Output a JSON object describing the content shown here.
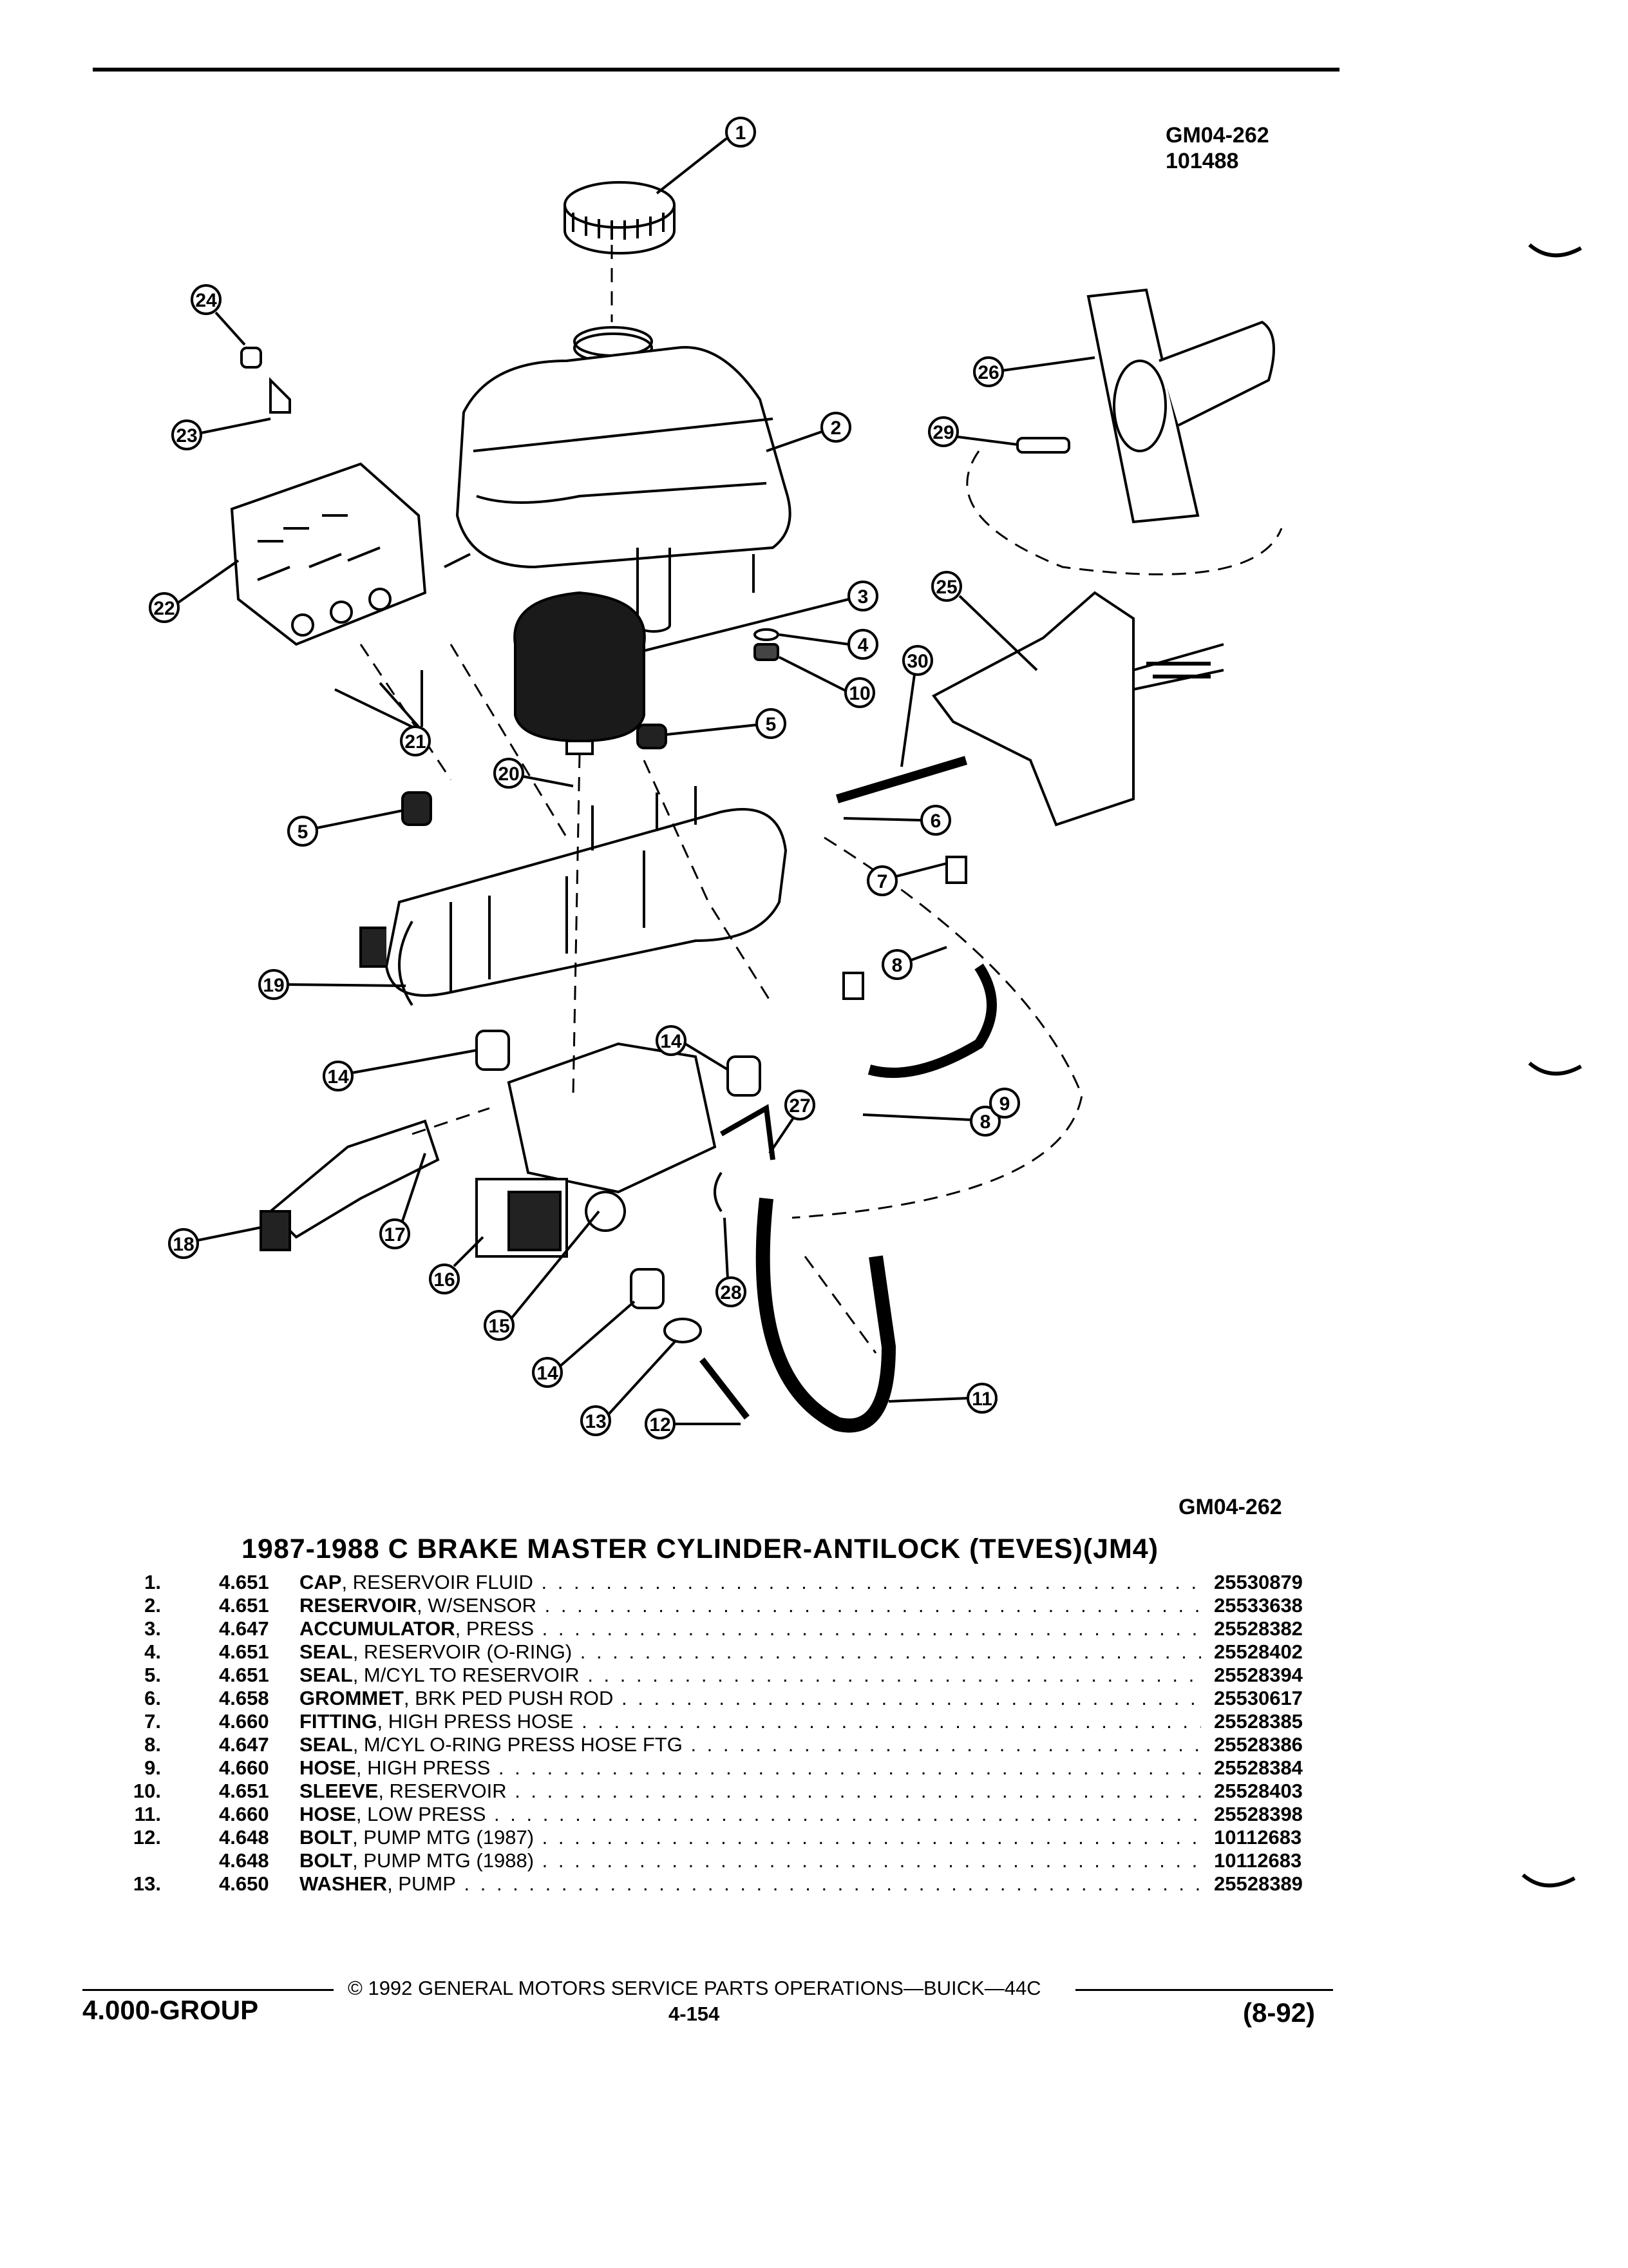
{
  "header": {
    "ref_code": "GM04-262",
    "ref_number": "101488"
  },
  "diagram": {
    "callouts": [
      "1",
      "2",
      "3",
      "4",
      "5",
      "5",
      "6",
      "7",
      "8",
      "8",
      "9",
      "10",
      "11",
      "12",
      "13",
      "14",
      "14",
      "14",
      "15",
      "16",
      "17",
      "18",
      "19",
      "20",
      "21",
      "22",
      "23",
      "24",
      "25",
      "26",
      "27",
      "28",
      "29",
      "30"
    ],
    "figure_code": "GM04-262"
  },
  "title": "1987-1988 C BRAKE MASTER CYLINDER-ANTILOCK (TEVES)(JM4)",
  "parts": [
    {
      "num": "1.",
      "group": "4.651",
      "name": "CAP",
      "detail": ", RESERVOIR FLUID",
      "pn": "25530879"
    },
    {
      "num": "2.",
      "group": "4.651",
      "name": "RESERVOIR",
      "detail": ", W/SENSOR",
      "pn": "25533638"
    },
    {
      "num": "3.",
      "group": "4.647",
      "name": "ACCUMULATOR",
      "detail": ", PRESS",
      "pn": "25528382"
    },
    {
      "num": "4.",
      "group": "4.651",
      "name": "SEAL",
      "detail": ", RESERVOIR (O-RING)",
      "pn": "25528402"
    },
    {
      "num": "5.",
      "group": "4.651",
      "name": "SEAL",
      "detail": ", M/CYL TO RESERVOIR",
      "pn": "25528394"
    },
    {
      "num": "6.",
      "group": "4.658",
      "name": "GROMMET",
      "detail": ", BRK PED PUSH ROD",
      "pn": "25530617"
    },
    {
      "num": "7.",
      "group": "4.660",
      "name": "FITTING",
      "detail": ", HIGH PRESS HOSE",
      "pn": "25528385"
    },
    {
      "num": "8.",
      "group": "4.647",
      "name": "SEAL",
      "detail": ", M/CYL O-RING PRESS HOSE FTG",
      "pn": "25528386"
    },
    {
      "num": "9.",
      "group": "4.660",
      "name": "HOSE",
      "detail": ", HIGH PRESS",
      "pn": "25528384"
    },
    {
      "num": "10.",
      "group": "4.651",
      "name": "SLEEVE",
      "detail": ", RESERVOIR",
      "pn": "25528403"
    },
    {
      "num": "11.",
      "group": "4.660",
      "name": "HOSE",
      "detail": ", LOW PRESS",
      "pn": "25528398"
    },
    {
      "num": "12.",
      "group": "4.648",
      "name": "BOLT",
      "detail": ", PUMP MTG (1987)",
      "pn": "10112683"
    },
    {
      "num": "",
      "group": "4.648",
      "name": "BOLT",
      "detail": ", PUMP MTG (1988)",
      "pn": "10112683"
    },
    {
      "num": "13.",
      "group": "4.650",
      "name": "WASHER",
      "detail": ", PUMP",
      "pn": "25528389"
    }
  ],
  "footer": {
    "copyright": "© 1992 GENERAL MOTORS SERVICE PARTS OPERATIONS—BUICK—44C",
    "page_number": "4-154",
    "group": "4.000-GROUP",
    "revision": "(8-92)"
  }
}
